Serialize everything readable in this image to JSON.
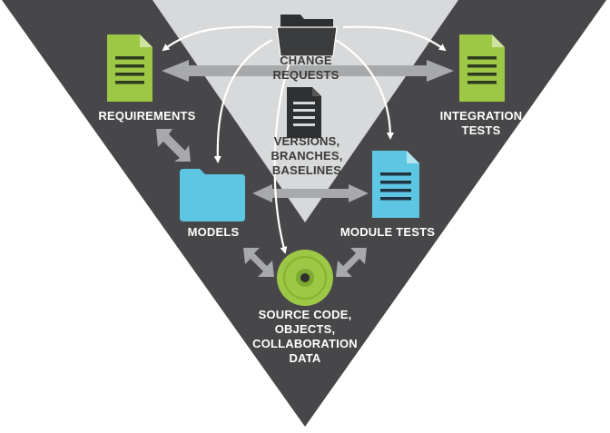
{
  "colors": {
    "dark_triangle": "#47474a",
    "light_triangle": "#d7d9da",
    "arrow": "#a7a9ab",
    "white_arrow": "#ffffff",
    "green": "#9dc846",
    "blue": "#5cc6e3",
    "folder_dark": "#2e2f30"
  },
  "nodes": {
    "requirements": {
      "label": "REQUIREMENTS",
      "icon": "document-icon"
    },
    "integration_tests": {
      "label": "INTEGRATION\nTESTS",
      "icon": "document-icon"
    },
    "change_requests": {
      "label": "CHANGE\nREQUESTS",
      "icon": "folder-icon"
    },
    "versions": {
      "label": "VERSIONS,\nBRANCHES,\nBASELINES",
      "icon": "document-icon"
    },
    "models": {
      "label": "MODELS",
      "icon": "folder-icon"
    },
    "module_tests": {
      "label": "MODULE TESTS",
      "icon": "document-icon"
    },
    "source_code": {
      "label": "SOURCE CODE,\nOBJECTS,\nCOLLABORATION\nDATA",
      "icon": "disc-icon"
    }
  }
}
